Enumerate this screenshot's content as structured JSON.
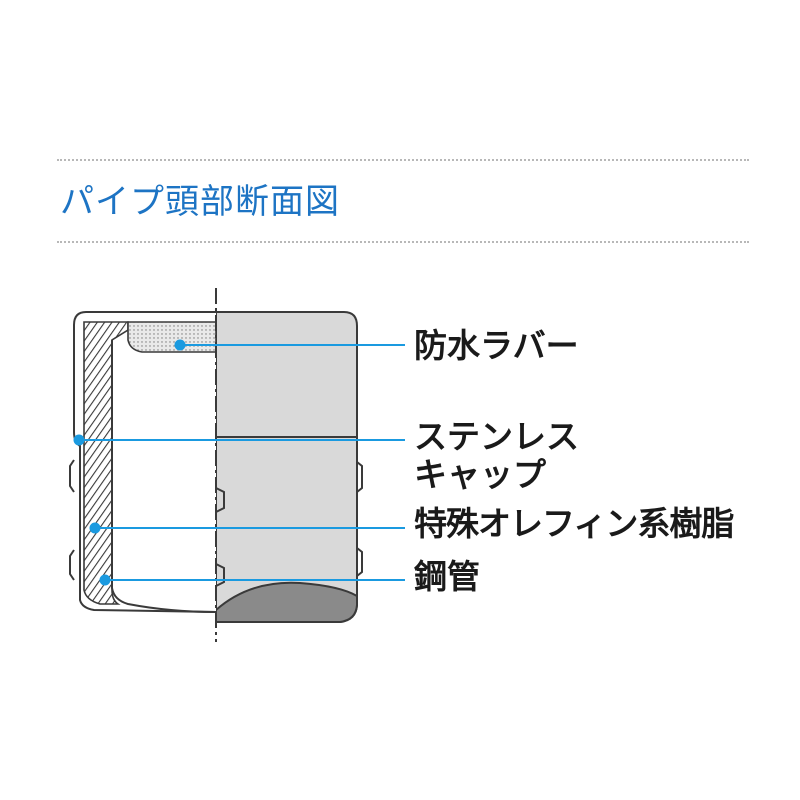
{
  "heading": "パイプ頭部断面図",
  "labels": {
    "rubber": "防水ラバー",
    "cap_line1": "ステンレス",
    "cap_line2": "キャップ",
    "olefin": "特殊オレフィン系樹脂",
    "steel": "鋼管"
  },
  "colors": {
    "heading": "#1d74c4",
    "leader": "#1a9ae0",
    "outline": "#3a3a3a",
    "fill_gray": "#d9d9d9",
    "fill_dark": "#8a8a8a"
  }
}
